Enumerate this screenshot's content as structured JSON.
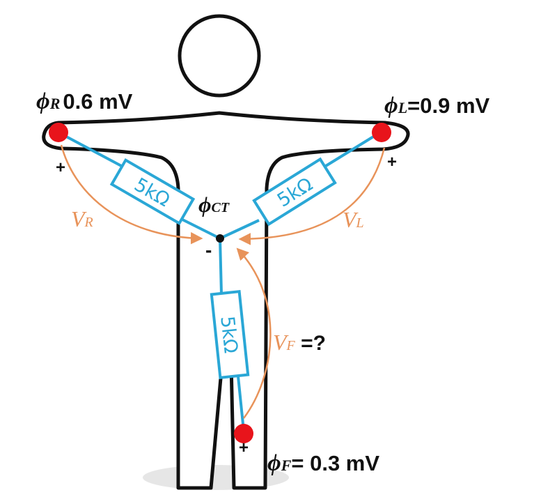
{
  "potentials": {
    "right_symbol": "ϕ",
    "right_sub": "R",
    "right_value": "0.6 mV",
    "left_symbol": "ϕ",
    "left_sub": "L",
    "left_value": "=0.9 mV",
    "foot_symbol": "ϕ",
    "foot_sub": "F",
    "foot_value": "= 0.3 mV",
    "center_symbol": "ϕ",
    "center_sub": "CT"
  },
  "voltages": {
    "v": "V",
    "right_sub": "R",
    "left_sub": "L",
    "foot_sub": "F",
    "foot_unknown": " =?"
  },
  "resistors": {
    "right": "5kΩ",
    "left": "5kΩ",
    "foot": "5kΩ"
  },
  "signs": {
    "plus": "+",
    "minus": "-"
  },
  "colors": {
    "wire": "#2aa7d6",
    "electrode": "#e8141b",
    "arrow": "#e8935a",
    "outline": "#111111"
  }
}
